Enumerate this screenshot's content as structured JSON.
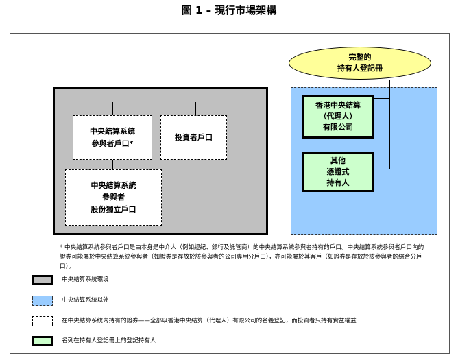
{
  "title": "圖 1 – 現行市場架構",
  "registry": "完整的\n持有人登記冊",
  "boxes": {
    "ccass_participant": "中央結算系統\n參與者戶口*",
    "investor": "投資者戶口",
    "segregated": "中央結算系統\n參與者\n股份獨立戶口",
    "hkscc_nominees": "香港中央結算\n（代理人）\n有限公司",
    "other_holders": "其他\n憑證式\n持有人"
  },
  "footnote": "* 中央結算系統參與者戶口是由本身是中介人（例如經紀、銀行及託管商）的中央結算系統參與者持有的戶口。中央結算系統參與者戶口內的證券可能屬於中央結算系統參與者（如證券是存放於該參與者的公司專用分戶口），亦可能屬於其客戶（如證券是存放於該參與者的綜合分戶口）。",
  "legend": [
    {
      "key": "gray",
      "text": "中央結算系統環境",
      "color": "#c0c0c0"
    },
    {
      "key": "blue",
      "text": "中央結算系統以外",
      "color": "#99ccff"
    },
    {
      "key": "dashed",
      "text": "在中央結算系統內持有的證券——全部以香港中央結算（代理人）有限公司的名義登記，而投資者只持有實益權益",
      "color": "#ffffff"
    },
    {
      "key": "green",
      "text": "名列在持有人登記冊上的登記持有人",
      "color": "#ccffcc"
    }
  ]
}
